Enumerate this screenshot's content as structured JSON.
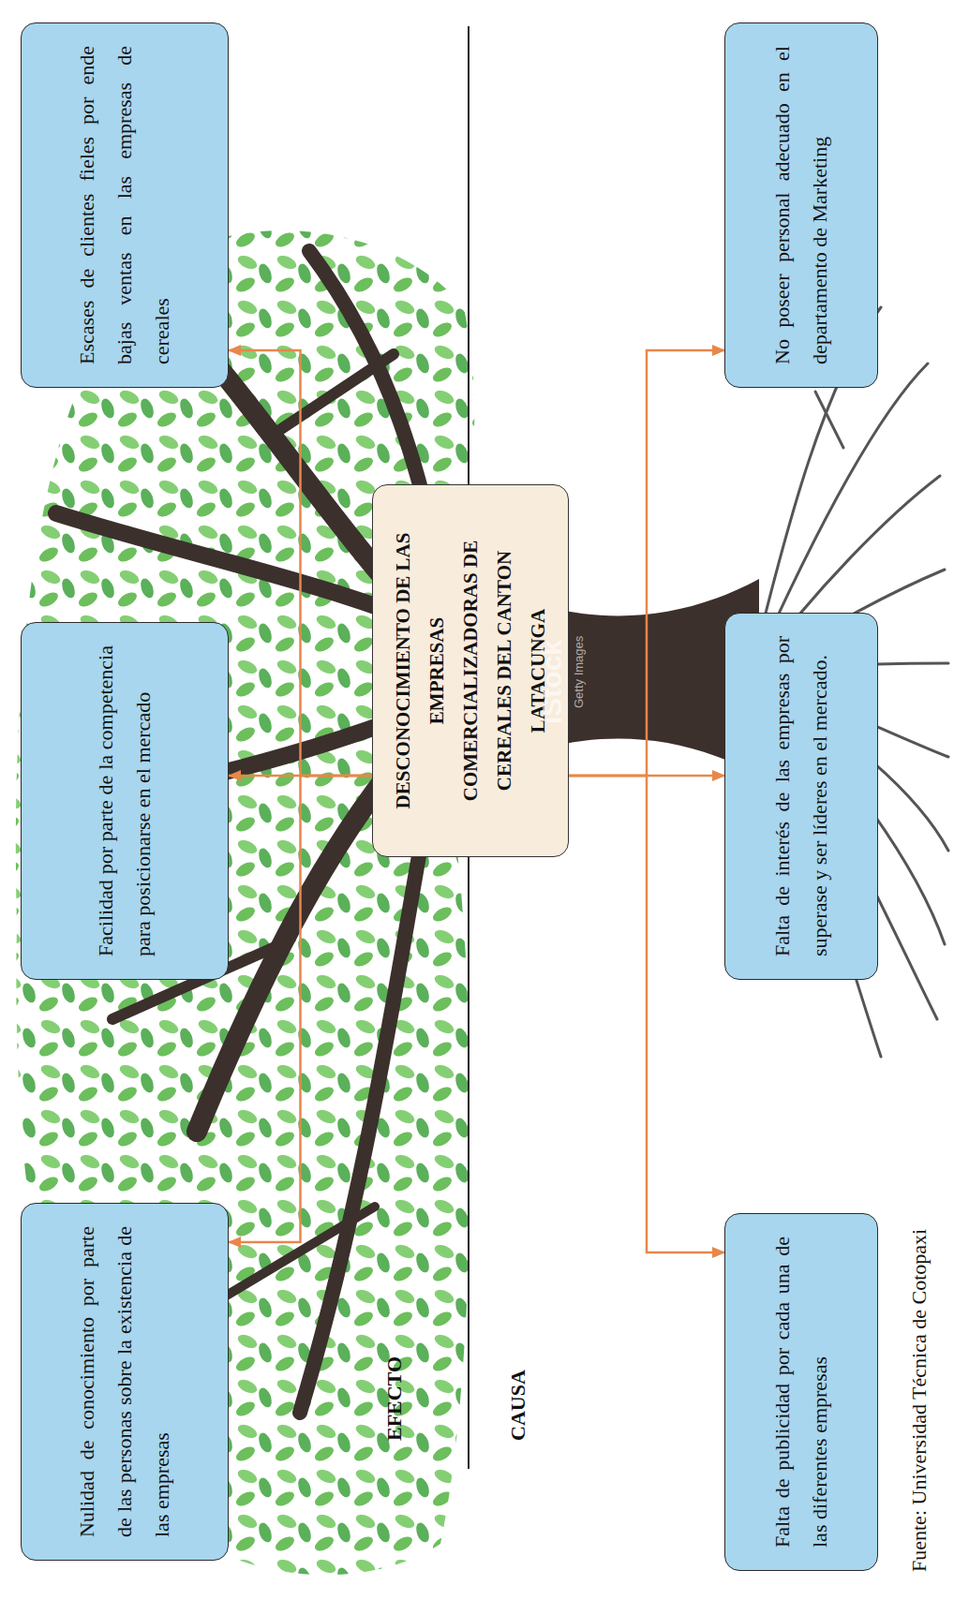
{
  "diagram": {
    "caption": "Fuente: Universidad Técnica de Cotopaxi",
    "nodes": [
      {
        "text": [
          "Nulidad de conocimiento por parte de las personas sobre la existencia de las empresas"
        ]
      },
      {
        "text": [
          "Facilidad por parte de la competencia para posicionarse en el mercado"
        ]
      },
      {
        "text": [
          "Escases de clientes fieles por ende bajas ventas en las empresas de cereales"
        ]
      },
      {
        "text": [
          "DESCONOCIMIENTO DE LAS EMPRESAS COMERCIALIZADORAS DE CEREALES DEL CANTON LATACUNGA"
        ]
      },
      {
        "text": [
          "Falta de publicidad por cada una de las diferentes empresas"
        ]
      },
      {
        "text": [
          "Falta de interés de las empresas por superase y ser líderes en el mercado."
        ]
      },
      {
        "text": [
          "No poseer personal adecuado en el departamento de Marketing"
        ]
      }
    ],
    "edges": [
      {
        "from": 3,
        "to": 0,
        "arrow": "to"
      },
      {
        "from": 3,
        "to": 1,
        "arrow": "to"
      },
      {
        "from": 3,
        "to": 2,
        "arrow": "to"
      },
      {
        "from": 3,
        "to": 4,
        "arrow": "to"
      },
      {
        "from": 3,
        "to": 5,
        "arrow": "to"
      },
      {
        "from": 3,
        "to": 6,
        "arrow": "to"
      }
    ],
    "labels": [
      "EFECTO",
      "CAUSA",
      "iStock",
      "Getty Images"
    ]
  }
}
